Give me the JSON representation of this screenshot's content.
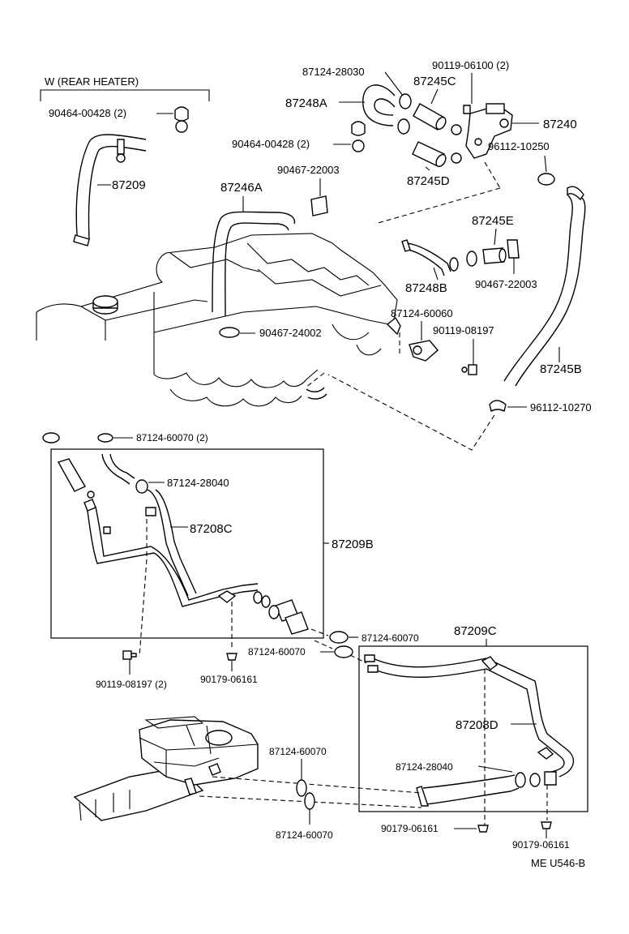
{
  "header": {
    "variant_label": "W (REAR HEATER)"
  },
  "diagram_code": "ME U546-B",
  "labels": {
    "p87124_28030": "87124-28030",
    "p90119_06100": "90119-06100 (2)",
    "p87245C": "87245C",
    "p87248A": "87248A",
    "p87240": "87240",
    "p90464_00428_a": "90464-00428 (2)",
    "p90464_00428_b": "90464-00428 (2)",
    "p96112_10250": "96112-10250",
    "p87209": "87209",
    "p90467_22003_a": "90467-22003",
    "p87245D": "87245D",
    "p87246A": "87246A",
    "p87245E": "87245E",
    "p87248B": "87248B",
    "p90467_22003_b": "90467-22003",
    "p87124_60060": "87124-60060",
    "p90119_08197": "90119-08197",
    "p90467_24002": "90467-24002",
    "p87245B": "87245B",
    "p96112_10270": "96112-10270",
    "p87124_60070_2": "87124-60070 (2)",
    "p87124_28040_a": "87124-28040",
    "p87208C": "87208C",
    "p87209B": "87209B",
    "p87124_60070_a": "87124-60070",
    "p87209C": "87209C",
    "p87124_60070_b": "87124-60070",
    "p90119_08197_2": "90119-08197 (2)",
    "p90179_06161_a": "90179-06161",
    "p87208D": "87208D",
    "p87124_60070_c": "87124-60070",
    "p87124_28040_b": "87124-28040",
    "p87124_60070_d": "87124-60070",
    "p90179_06161_b": "90179-06161",
    "p90179_06161_c": "90179-06161"
  }
}
